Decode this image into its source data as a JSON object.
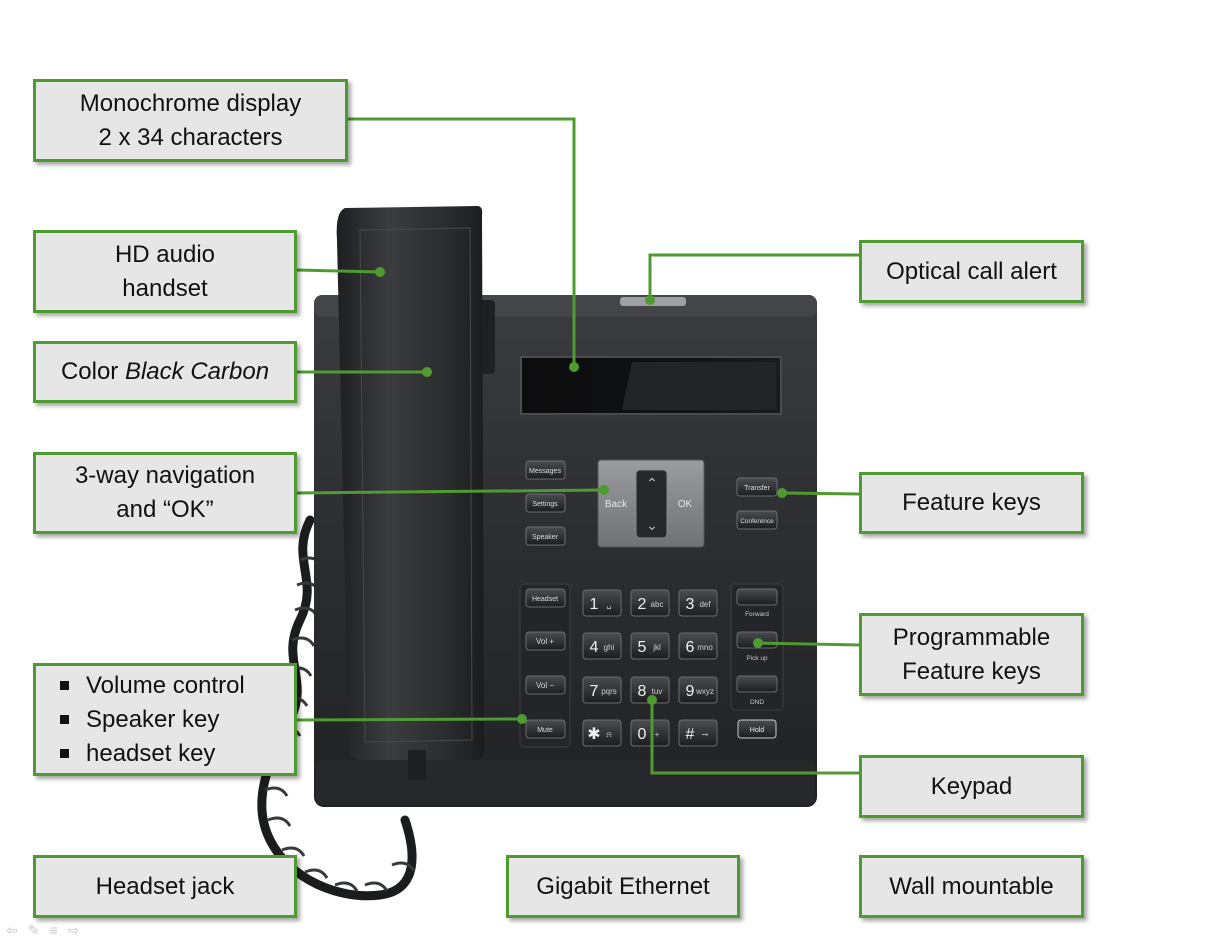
{
  "callouts": {
    "display": {
      "line1": "Monochrome display",
      "line2": "2 x 34 characters"
    },
    "handset": {
      "line1": "HD audio",
      "line2": "handset"
    },
    "color": {
      "prefix": "Color ",
      "italic": "Black Carbon"
    },
    "navigation": {
      "line1": "3-way navigation",
      "line2": "and “OK”"
    },
    "controls": {
      "items": [
        "Volume control",
        "Speaker key",
        "headset key"
      ]
    },
    "headset_jack": "Headset jack",
    "optical_alert": "Optical call alert",
    "feature_keys": "Feature keys",
    "programmable": {
      "line1": "Programmable",
      "line2": "Feature keys"
    },
    "keypad": "Keypad",
    "ethernet": "Gigabit Ethernet",
    "wall": "Wall mountable"
  },
  "phone": {
    "left_keys": [
      "Messages",
      "Settings",
      "Speaker"
    ],
    "nav": {
      "back": "Back",
      "ok": "OK"
    },
    "right_keys": [
      "Transfer",
      "Conference"
    ],
    "audio_keys": [
      "Headset",
      "Vol +",
      "Vol −",
      "Mute"
    ],
    "keypad": [
      {
        "digit": "1",
        "letters": "␣"
      },
      {
        "digit": "2",
        "letters": "abc"
      },
      {
        "digit": "3",
        "letters": "def"
      },
      {
        "digit": "4",
        "letters": "ghi"
      },
      {
        "digit": "5",
        "letters": "jkl"
      },
      {
        "digit": "6",
        "letters": "mno"
      },
      {
        "digit": "7",
        "letters": "pqrs"
      },
      {
        "digit": "8",
        "letters": "tuv"
      },
      {
        "digit": "9",
        "letters": "wxyz"
      },
      {
        "digit": "✱",
        "letters": "⍾"
      },
      {
        "digit": "0",
        "letters": "+"
      },
      {
        "digit": "#",
        "letters": "⊸"
      }
    ],
    "prog_keys": [
      "Forward",
      "Pick up",
      "DND"
    ],
    "hold_key": "Hold"
  },
  "colors": {
    "accent": "#4f9a31",
    "callout_bg": "#e6e6e6",
    "phone_body": "#2c2e31"
  }
}
